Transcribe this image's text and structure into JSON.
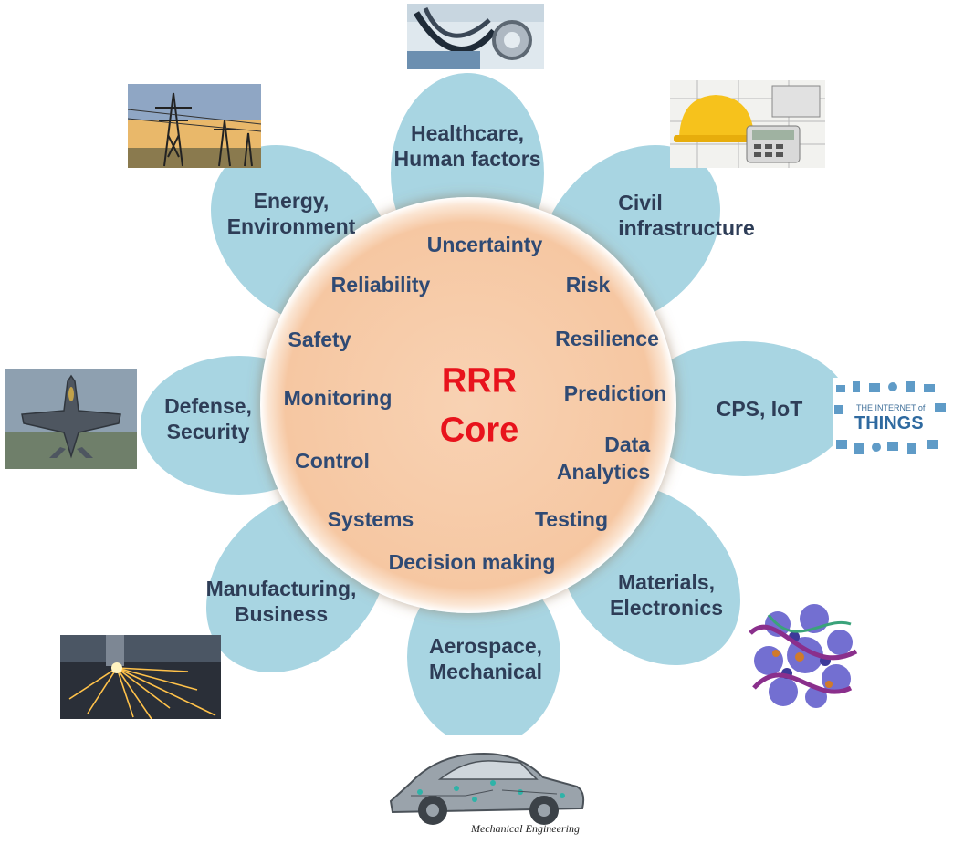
{
  "core": {
    "title_line1": "RRR",
    "title_line2": "Core",
    "topics": {
      "uncertainty": "Uncertainty",
      "reliability": "Reliability",
      "risk": "Risk",
      "safety": "Safety",
      "resilience": "Resilience",
      "monitoring": "Monitoring",
      "prediction": "Prediction",
      "data_analytics": "Data\nAnalytics",
      "control": "Control",
      "systems": "Systems",
      "testing": "Testing",
      "decision_making": "Decision making"
    }
  },
  "petals": {
    "healthcare": "Healthcare,\nHuman factors",
    "civil": "Civil\ninfrastructure",
    "cps": "CPS, IoT",
    "materials": "Materials,\nElectronics",
    "aerospace": "Aerospace,\nMechanical",
    "manufacturing": "Manufacturing,\nBusiness",
    "defense": "Defense,\nSecurity",
    "energy": "Energy,\nEnvironment"
  },
  "images": {
    "healthcare": "stethoscope-image",
    "civil": "hardhat-blueprint-image",
    "cps": "internet-of-things-image",
    "iot_text_small": "THE INTERNET of",
    "iot_text_big": "THINGS",
    "materials": "molecule-image",
    "aerospace": "car-cutaway-image",
    "aerospace_caption": "Mechanical Engineering",
    "manufacturing": "welding-sparks-image",
    "defense": "fighter-jet-image",
    "energy": "power-pylon-image"
  },
  "colors": {
    "petal": "#a8d5e2",
    "core_fill": "#f6cba8",
    "core_title": "#e8131c",
    "text": "#2e3d57",
    "core_text": "#2f4a74"
  }
}
